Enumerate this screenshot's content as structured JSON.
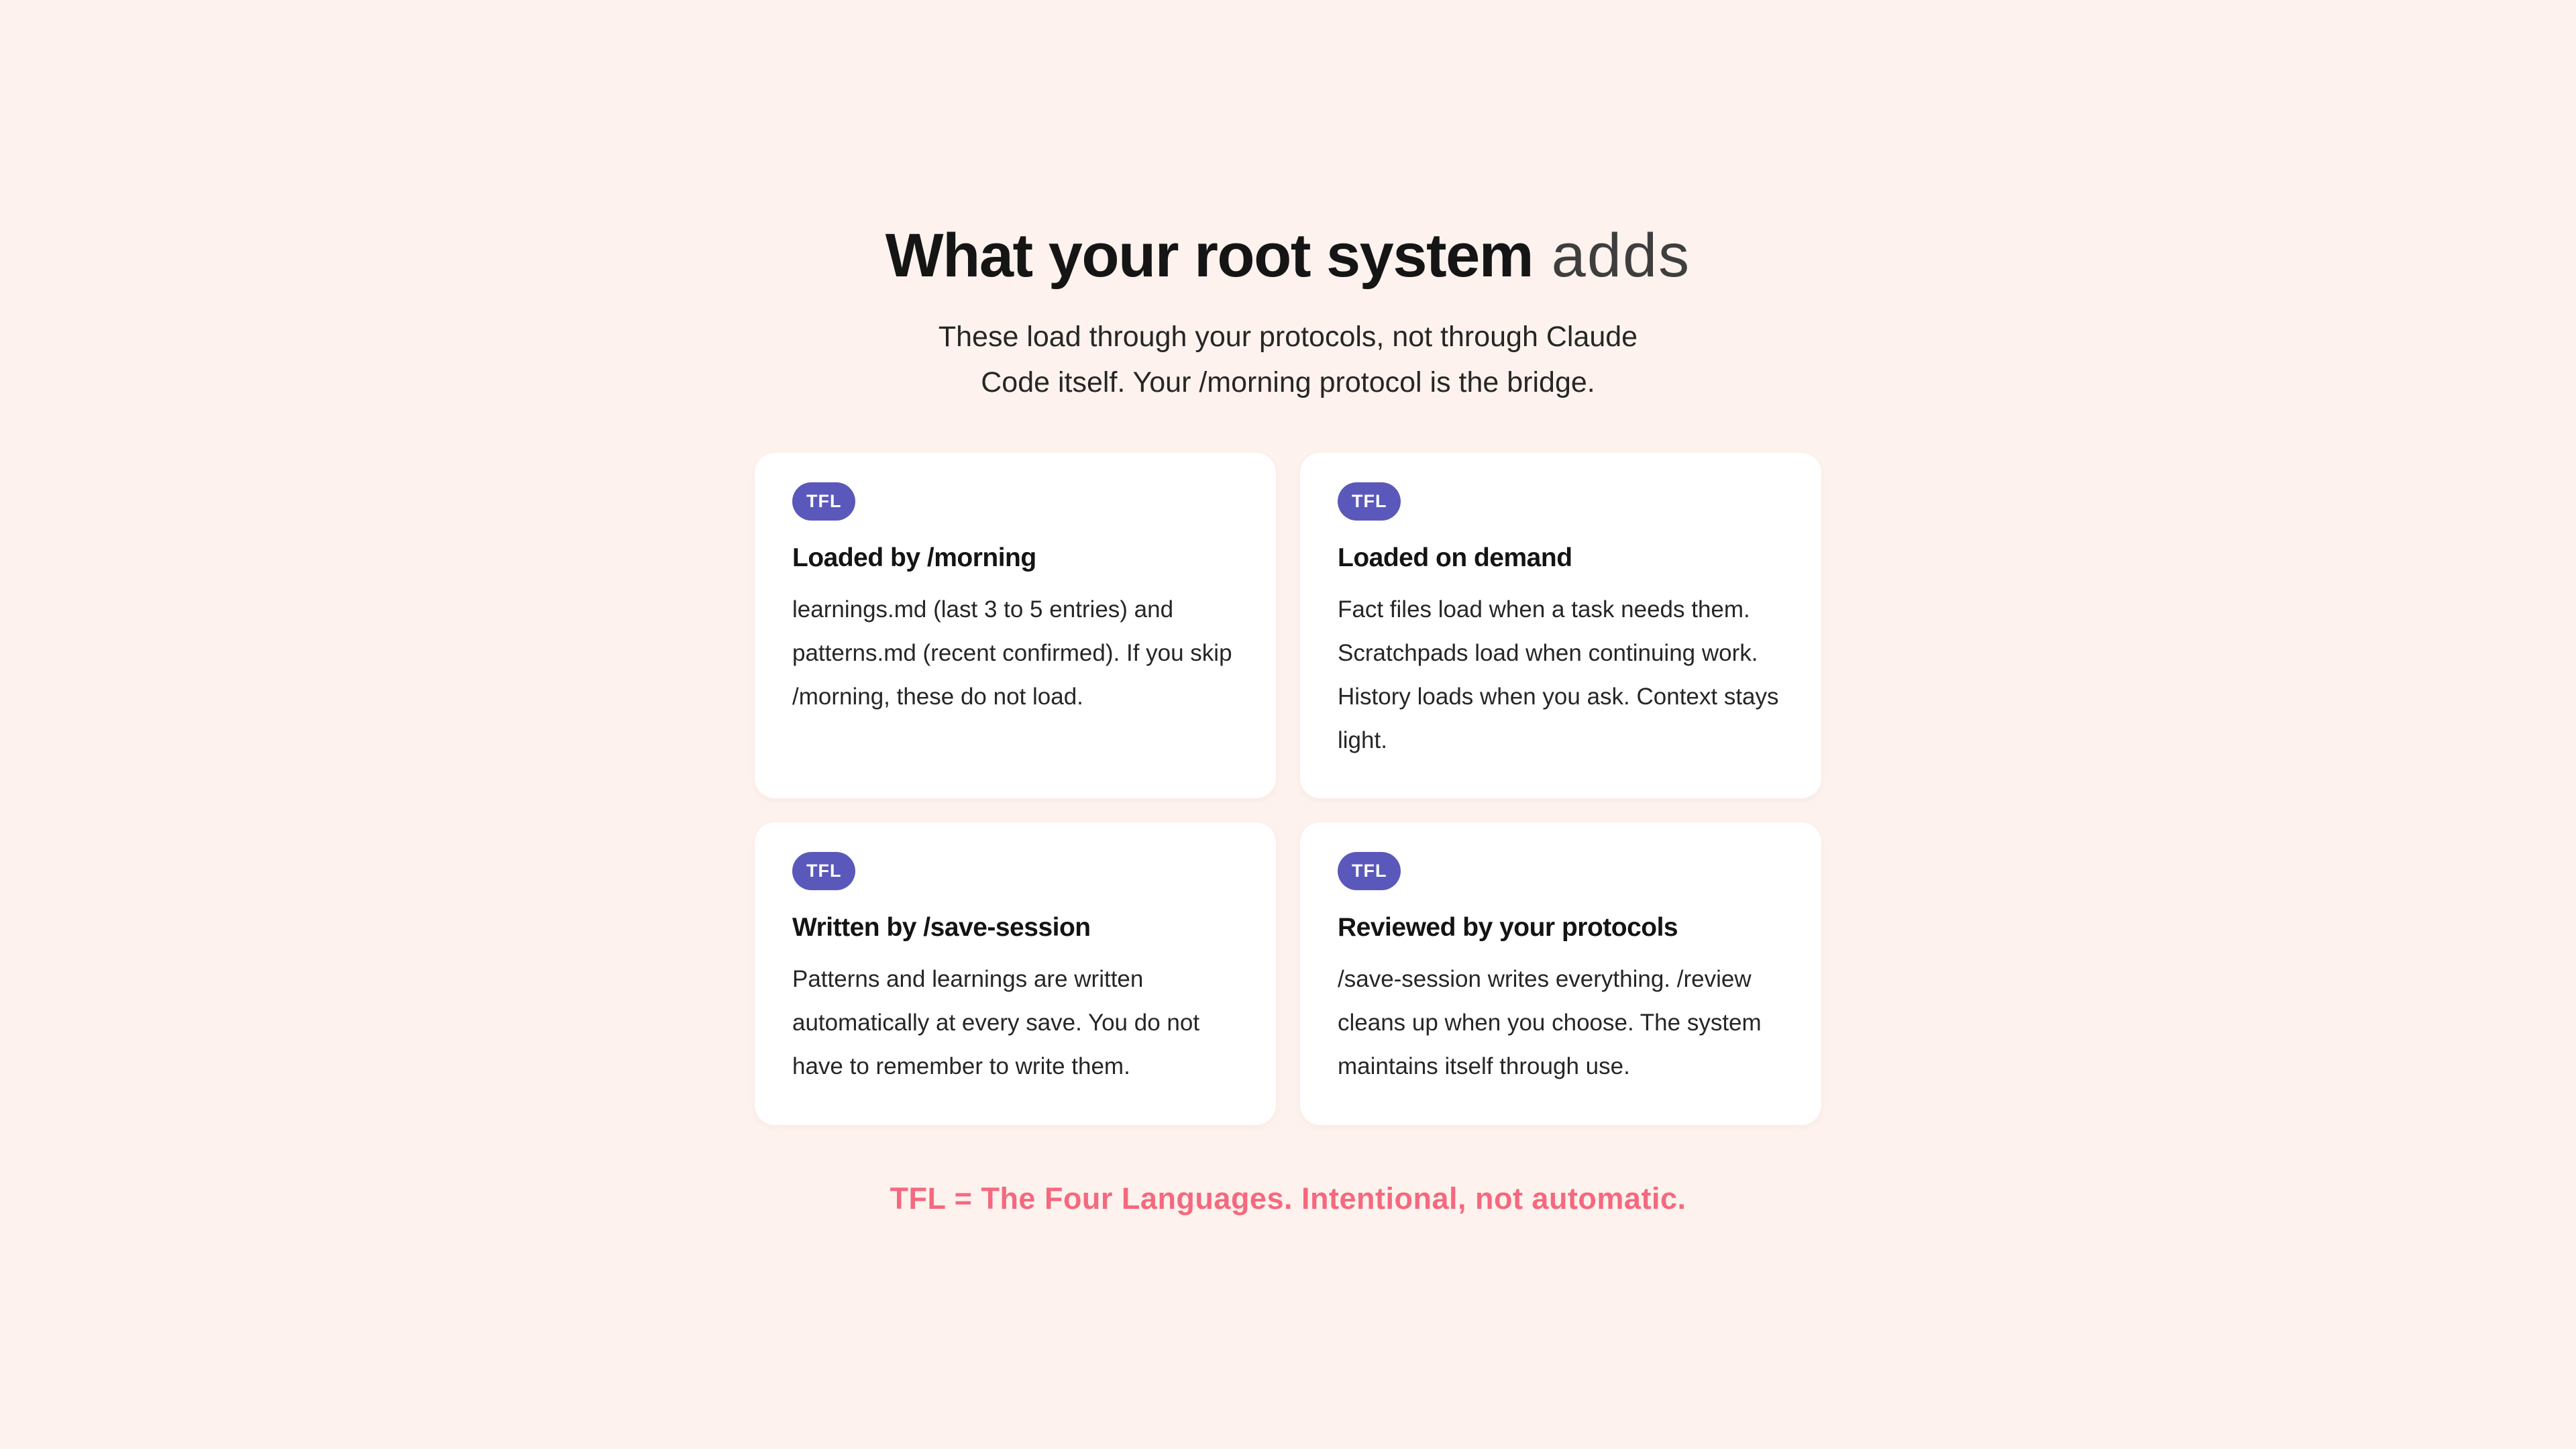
{
  "page": {
    "background_color": "#fdf2ed",
    "card_color": "#ffffff",
    "accent_purple": "#5b58bb",
    "accent_pink": "#f4697f"
  },
  "header": {
    "title_bold": "What your root system",
    "title_light": " adds",
    "subtitle": "These load through your protocols, not through Claude Code itself. Your /morning protocol is the bridge."
  },
  "cards": [
    {
      "badge": "TFL",
      "title": "Loaded by /morning",
      "body": "learnings.md (last 3 to 5 entries) and patterns.md (recent confirmed). If you skip /morning, these do not load."
    },
    {
      "badge": "TFL",
      "title": "Loaded on demand",
      "body": "Fact files load when a task needs them. Scratchpads load when continuing work. History loads when you ask. Context stays light."
    },
    {
      "badge": "TFL",
      "title": "Written by /save-session",
      "body": "Patterns and learnings are written automatically at every save. You do not have to remember to write them."
    },
    {
      "badge": "TFL",
      "title": "Reviewed by your protocols",
      "body": "/save-session writes everything. /review cleans up when you choose. The system maintains itself through use."
    }
  ],
  "footer": {
    "note": "TFL = The Four Languages. Intentional, not automatic."
  }
}
